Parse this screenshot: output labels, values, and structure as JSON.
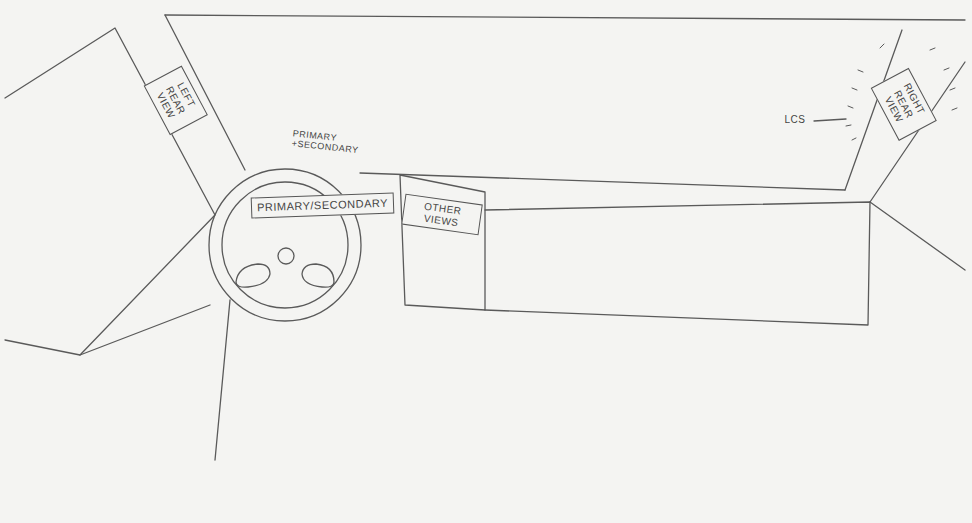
{
  "diagram": {
    "nodes": [
      {
        "text": [
          "LEFT REAR VIEW"
        ]
      },
      {
        "text": [
          "PRIMARY/SECONDARY"
        ]
      },
      {
        "text": [
          "OTHER VIEWS"
        ]
      },
      {
        "text": [
          "RIGHT REAR VIEW"
        ]
      }
    ],
    "labels": [
      "PRIMARY +SECONDARY",
      "LCS"
    ]
  }
}
